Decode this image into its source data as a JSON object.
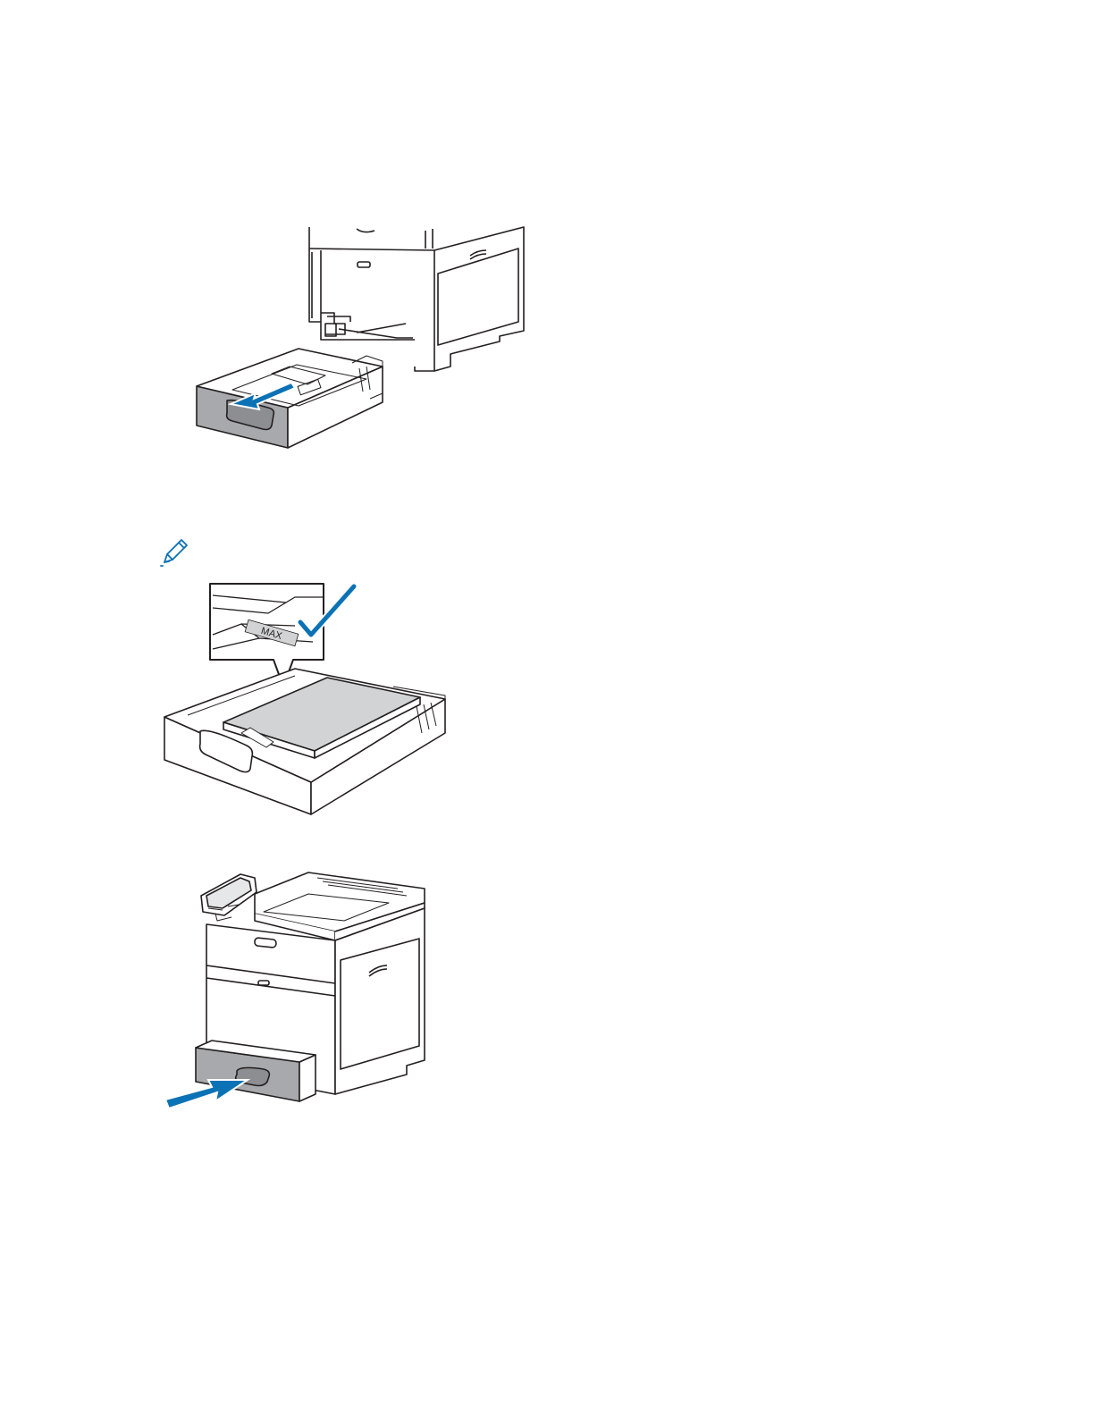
{
  "page": {
    "background": "#ffffff",
    "accent_color": "#0b72b5",
    "tray_gray": "#a7a9ac",
    "line_color": "#231f20"
  },
  "figures": [
    {
      "id": "fig-remove-tray",
      "label_text": ""
    },
    {
      "id": "fig-load-paper",
      "label_text": "MAX"
    },
    {
      "id": "fig-insert-tray",
      "label_text": ""
    }
  ],
  "note": {
    "icon": "pencil-note-icon"
  }
}
